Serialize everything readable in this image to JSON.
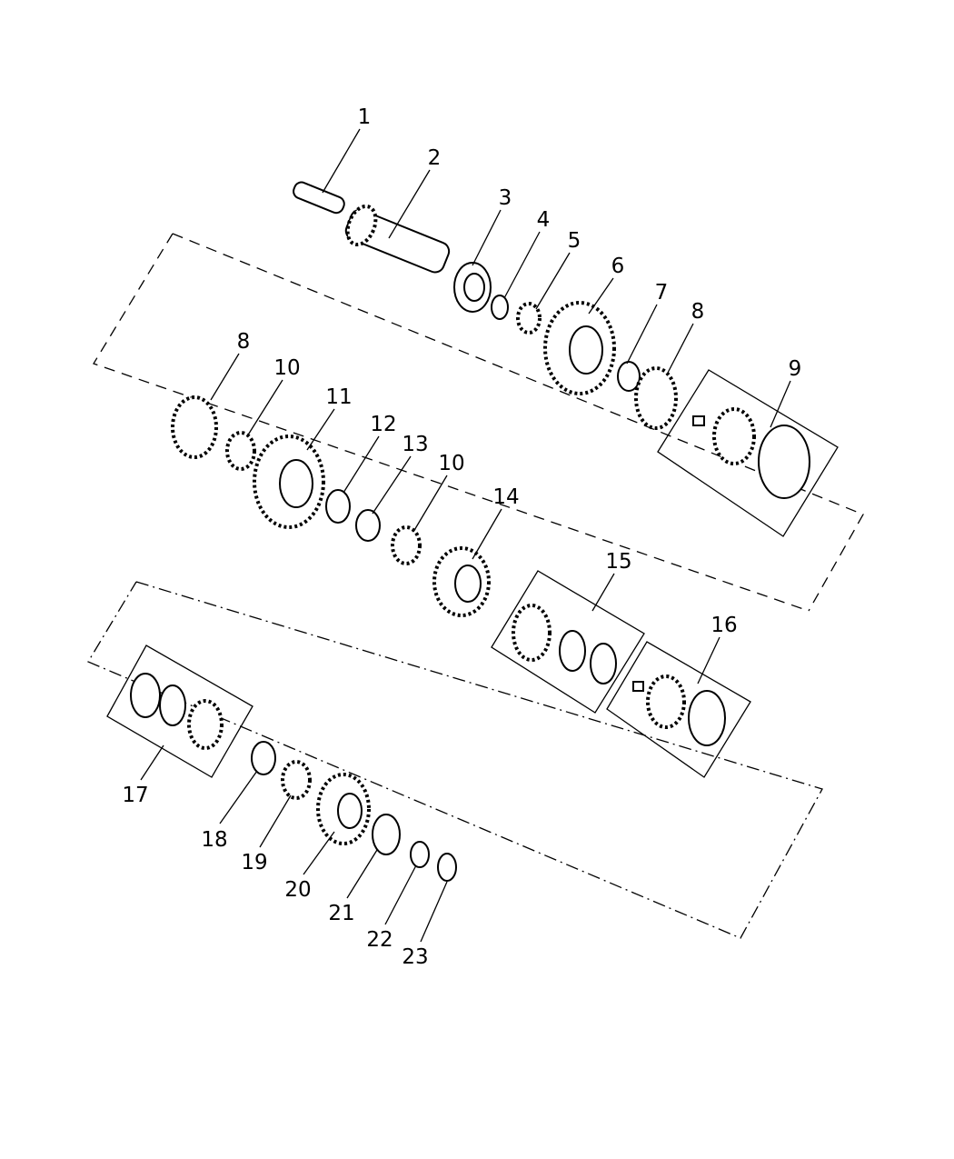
{
  "diagram": {
    "type": "exploded parts diagram",
    "callouts": [
      "1",
      "2",
      "3",
      "4",
      "5",
      "6",
      "7",
      "8",
      "9",
      "8",
      "10",
      "11",
      "12",
      "13",
      "10",
      "14",
      "15",
      "16",
      "17",
      "18",
      "19",
      "20",
      "21",
      "22",
      "23"
    ],
    "groups": {
      "dashed_region_line_style": "dashed",
      "dash_dot_region_line_style": "dash-dot"
    },
    "colors": {
      "line": "#000000",
      "background": "#ffffff"
    }
  }
}
